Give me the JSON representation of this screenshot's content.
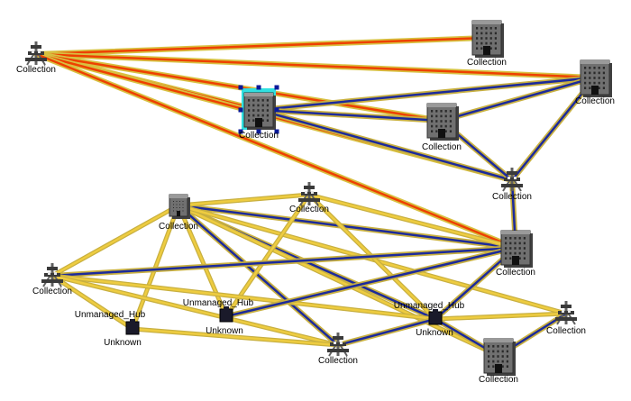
{
  "diagram": {
    "nodes": [
      {
        "id": "n1",
        "type": "router",
        "label": "Collection"
      },
      {
        "id": "n2",
        "type": "building",
        "label": "Collection"
      },
      {
        "id": "n3",
        "type": "building",
        "label": "Collection"
      },
      {
        "id": "n4",
        "type": "building",
        "label": "Collection",
        "selected": true
      },
      {
        "id": "n5",
        "type": "building",
        "label": "Collection"
      },
      {
        "id": "n6",
        "type": "router",
        "label": "Collection"
      },
      {
        "id": "n7",
        "type": "building-small",
        "label": "Collection"
      },
      {
        "id": "n8",
        "type": "router",
        "label": "Collection"
      },
      {
        "id": "n9",
        "type": "building",
        "label": "Collection"
      },
      {
        "id": "n10",
        "type": "router",
        "label": "Collection"
      },
      {
        "id": "n11",
        "type": "hub",
        "label": "Unmanaged_Hub",
        "sublabel": "Unknown"
      },
      {
        "id": "n12",
        "type": "hub",
        "label": "Unmanaged_Hub",
        "sublabel": "Unknown"
      },
      {
        "id": "n13",
        "type": "hub",
        "label": "Unmanaged_Hub",
        "sublabel": "Unknown"
      },
      {
        "id": "n14",
        "type": "router",
        "label": "Collection"
      },
      {
        "id": "n15",
        "type": "building",
        "label": "Collection"
      },
      {
        "id": "n16",
        "type": "router",
        "label": "Collection"
      }
    ],
    "links": [
      {
        "from": "n1",
        "to": "n2",
        "style": "red"
      },
      {
        "from": "n1",
        "to": "n3",
        "style": "red"
      },
      {
        "from": "n1",
        "to": "n4",
        "style": "red"
      },
      {
        "from": "n1",
        "to": "n5",
        "style": "red"
      },
      {
        "from": "n1",
        "to": "n6",
        "style": "red"
      },
      {
        "from": "n1",
        "to": "n9",
        "style": "red"
      },
      {
        "from": "n4",
        "to": "n3",
        "style": "blue"
      },
      {
        "from": "n4",
        "to": "n5",
        "style": "blue"
      },
      {
        "from": "n4",
        "to": "n6",
        "style": "blue"
      },
      {
        "from": "n5",
        "to": "n3",
        "style": "blue"
      },
      {
        "from": "n5",
        "to": "n6",
        "style": "blue"
      },
      {
        "from": "n3",
        "to": "n6",
        "style": "blue"
      },
      {
        "from": "n6",
        "to": "n9",
        "style": "blue"
      },
      {
        "from": "n7",
        "to": "n9",
        "style": "blue"
      },
      {
        "from": "n7",
        "to": "n13",
        "style": "blue"
      },
      {
        "from": "n7",
        "to": "n14",
        "style": "blue"
      },
      {
        "from": "n7",
        "to": "n8",
        "style": "yellow"
      },
      {
        "from": "n7",
        "to": "n10",
        "style": "yellow"
      },
      {
        "from": "n7",
        "to": "n11",
        "style": "yellow"
      },
      {
        "from": "n7",
        "to": "n12",
        "style": "yellow"
      },
      {
        "from": "n7",
        "to": "n15",
        "style": "yellow"
      },
      {
        "from": "n7",
        "to": "n16",
        "style": "yellow"
      },
      {
        "from": "n8",
        "to": "n9",
        "style": "yellow"
      },
      {
        "from": "n8",
        "to": "n13",
        "style": "yellow"
      },
      {
        "from": "n8",
        "to": "n12",
        "style": "yellow"
      },
      {
        "from": "n10",
        "to": "n9",
        "style": "blue"
      },
      {
        "from": "n10",
        "to": "n11",
        "style": "yellow"
      },
      {
        "from": "n10",
        "to": "n13",
        "style": "yellow"
      },
      {
        "from": "n10",
        "to": "n14",
        "style": "yellow"
      },
      {
        "from": "n12",
        "to": "n9",
        "style": "blue"
      },
      {
        "from": "n13",
        "to": "n9",
        "style": "blue"
      },
      {
        "from": "n13",
        "to": "n15",
        "style": "blue"
      },
      {
        "from": "n13",
        "to": "n16",
        "style": "yellow"
      },
      {
        "from": "n14",
        "to": "n13",
        "style": "blue"
      },
      {
        "from": "n11",
        "to": "n14",
        "style": "yellow"
      },
      {
        "from": "n15",
        "to": "n16",
        "style": "blue"
      }
    ]
  },
  "colors": {
    "link_red_outer": "#d8c040",
    "link_red_inner": "#ee4000",
    "link_blue_outer": "#c8b040",
    "link_blue_inner": "#1c2a9c",
    "link_yellow_outer": "#c8b040",
    "link_yellow_inner": "#eecc40",
    "building": "#707070",
    "router": "#606060",
    "hub": "#1a1a2a",
    "selection": "#30e0e0",
    "handle": "#0a1a9a"
  }
}
